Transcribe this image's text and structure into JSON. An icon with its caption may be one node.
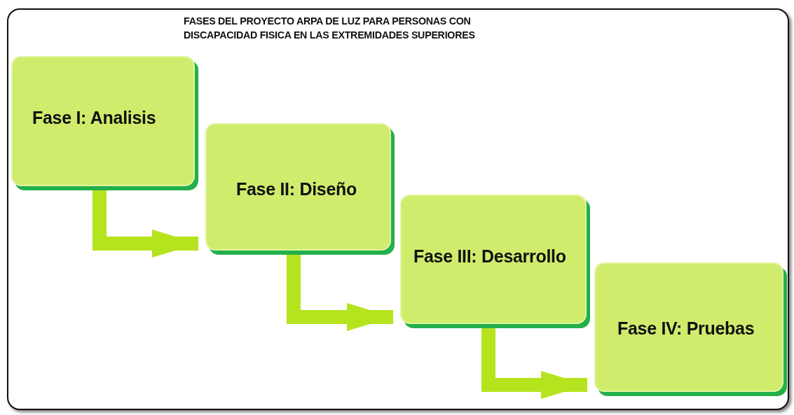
{
  "diagram": {
    "title": "FASES DEL PROYECTO ARPA DE LUZ PARA PERSONAS CON DISCAPACIDAD FISICA EN LAS EXTREMIDADES SUPERIORES",
    "nodes": [
      {
        "text": [
          "Fase I: Analisis"
        ]
      },
      {
        "text": [
          "Fase II: Diseño"
        ]
      },
      {
        "text": [
          "Fase III: Desarrollo"
        ]
      },
      {
        "text": [
          "Fase IV: Pruebas"
        ]
      }
    ],
    "edges": [
      {
        "from": 0,
        "to": 1,
        "arrow": "to"
      },
      {
        "from": 1,
        "to": 2,
        "arrow": "to"
      },
      {
        "from": 2,
        "to": 3,
        "arrow": "to"
      }
    ]
  }
}
